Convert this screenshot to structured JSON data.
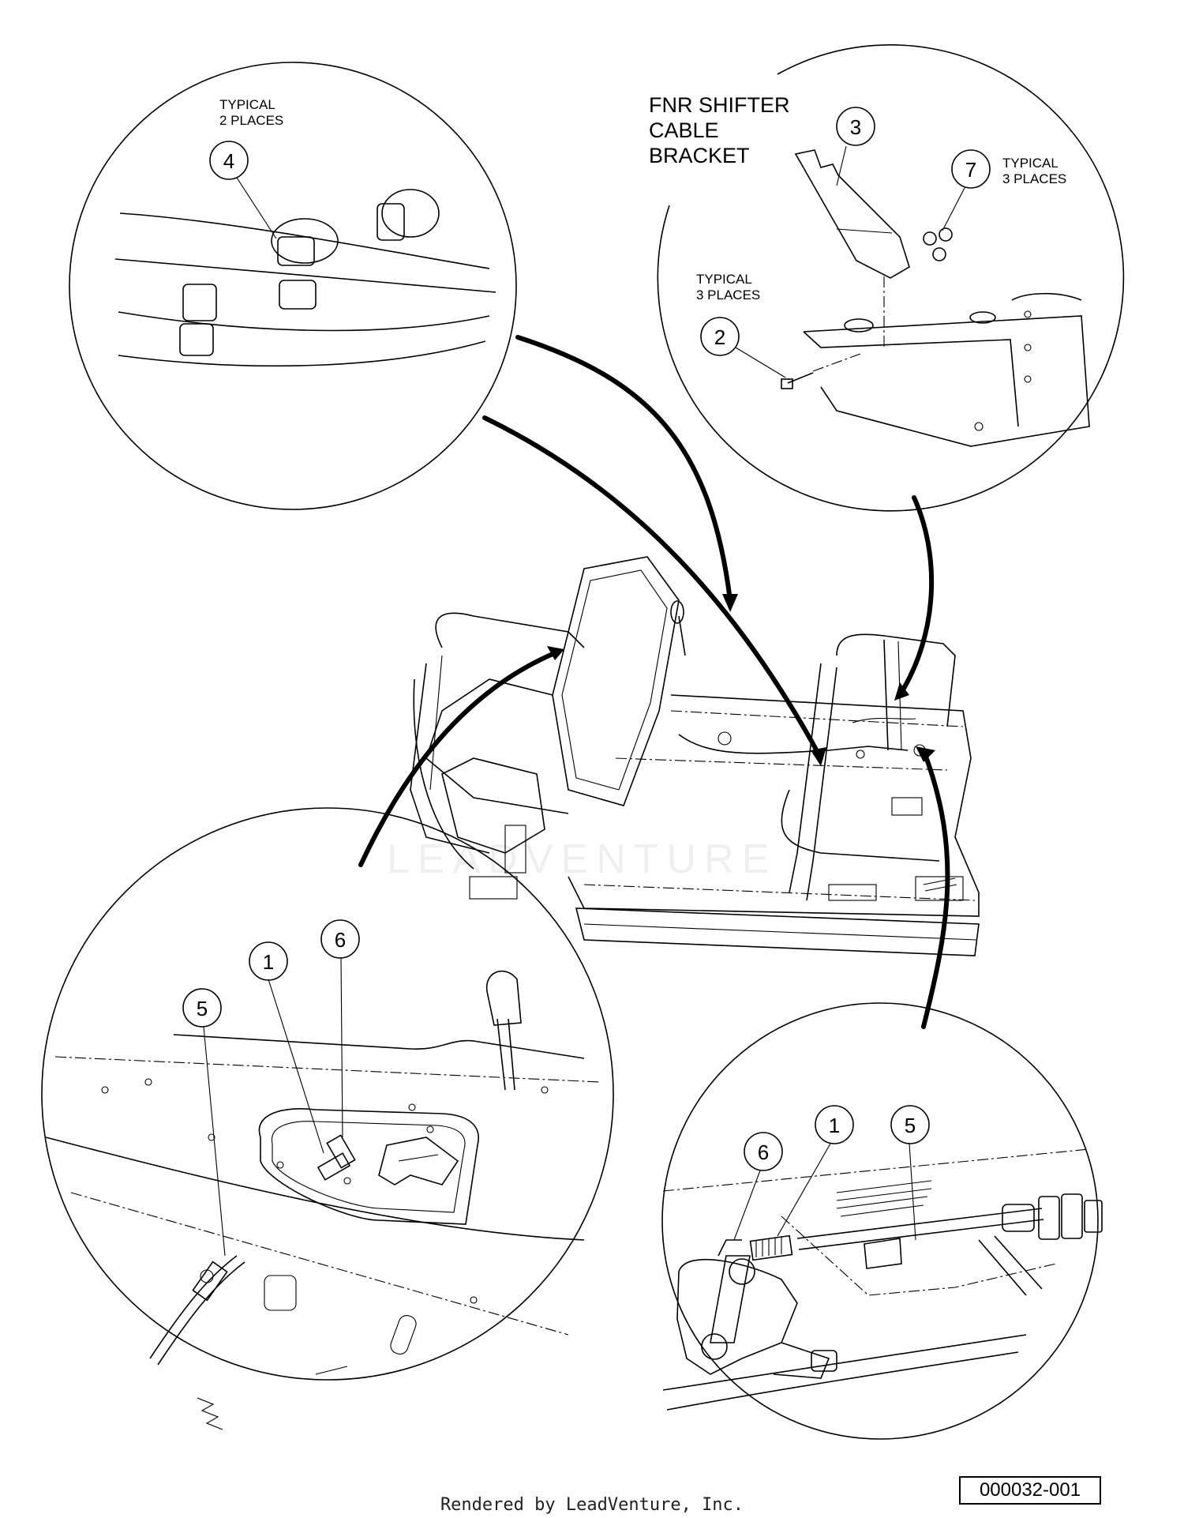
{
  "detail_top_left": {
    "note": "TYPICAL\n2 PLACES",
    "note_line1": "TYPICAL",
    "note_line2": "2 PLACES",
    "callouts": [
      "4"
    ]
  },
  "detail_top_right": {
    "title_line1": "FNR SHIFTER",
    "title_line2": "CABLE",
    "title_line3": "BRACKET",
    "note_a_line1": "TYPICAL",
    "note_a_line2": "3 PLACES",
    "note_b_line1": "TYPICAL",
    "note_b_line2": "3 PLACES",
    "callouts": [
      "3",
      "7",
      "2"
    ]
  },
  "detail_bottom_left": {
    "callouts": [
      "1",
      "6",
      "5"
    ]
  },
  "detail_bottom_right": {
    "callouts": [
      "6",
      "1",
      "5"
    ]
  },
  "watermark": "LEADVENTURE",
  "part_code": "000032-001",
  "footer": "Rendered by LeadVenture, Inc."
}
